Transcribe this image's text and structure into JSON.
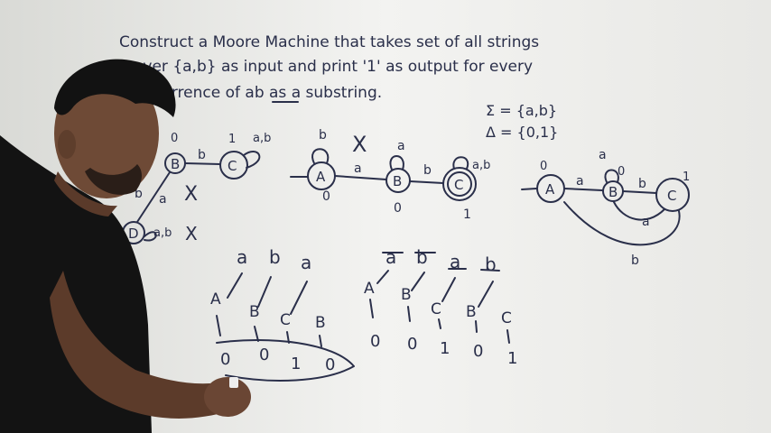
{
  "board": {
    "question_line1": "Construct a Moore Machine that takes set of all strings",
    "question_line2": "over {a,b} as input and print '1' as output for every",
    "question_line3": "occurrence of ab as a substring.",
    "sigma": "Σ = {a,b}",
    "delta": "Δ = {0,1}",
    "cross_mark": "X"
  },
  "diagram_left": {
    "states": [
      "B",
      "C",
      "D"
    ],
    "outputs": [
      "0",
      "1"
    ],
    "labels": [
      "b",
      "a",
      "a,b",
      "a,b",
      "b"
    ]
  },
  "diagram_middle": {
    "states": [
      "A",
      "B",
      "C"
    ],
    "outputs": [
      "0",
      "0",
      "1"
    ],
    "labels": [
      "b",
      "a",
      "a",
      "b",
      "a,b"
    ]
  },
  "diagram_right": {
    "states": [
      "A",
      "B",
      "C"
    ],
    "outputs": [
      "0",
      "0",
      "1"
    ],
    "labels": [
      "a",
      "a",
      "b",
      "a",
      "b"
    ]
  },
  "trace_1": {
    "input": [
      "a",
      "b",
      "a"
    ],
    "states": [
      "A",
      "B",
      "C",
      "B"
    ],
    "outputs": [
      "0",
      "0",
      "1",
      "0"
    ]
  },
  "trace_2": {
    "input": [
      "a",
      "b",
      "a",
      "b"
    ],
    "states": [
      "A",
      "B",
      "C",
      "B",
      "C"
    ],
    "outputs": [
      "0",
      "0",
      "1",
      "0",
      "1"
    ]
  }
}
